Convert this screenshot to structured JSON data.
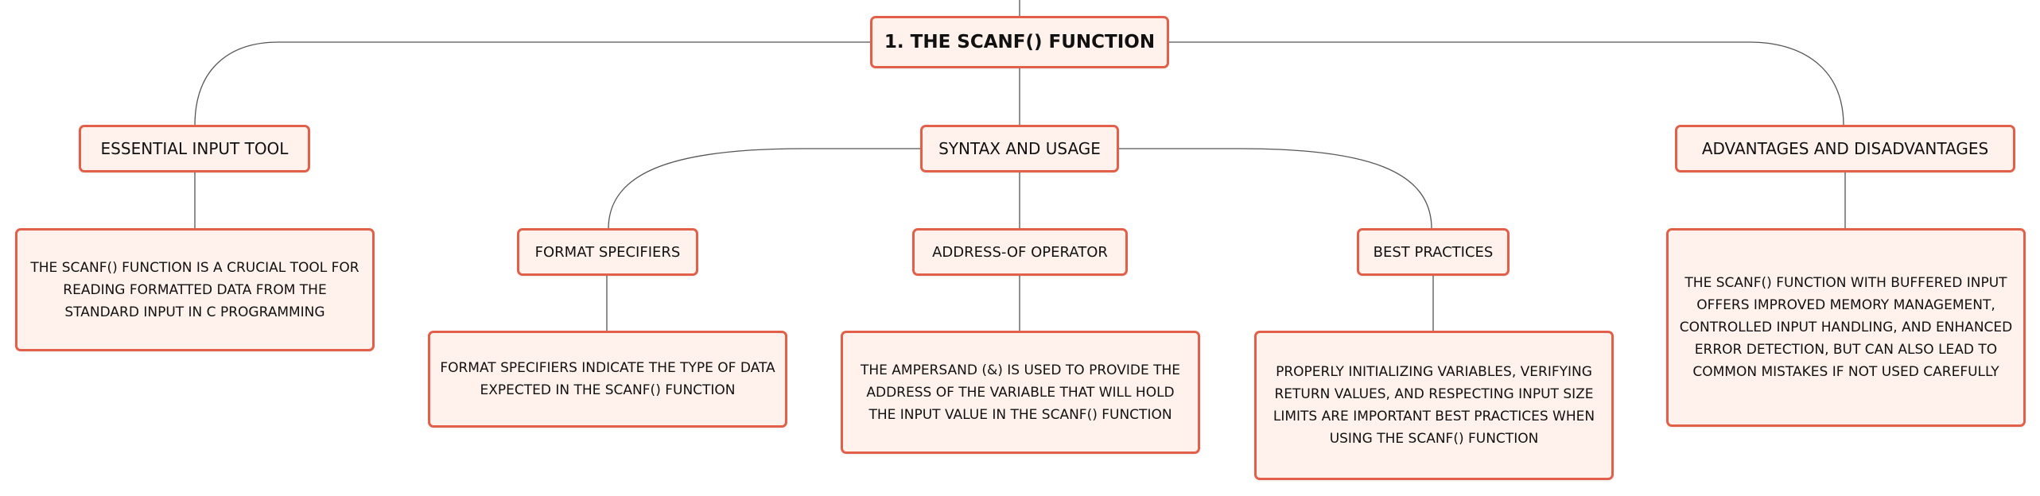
{
  "diagram": {
    "root": {
      "label": "1. THE SCANF() FUNCTION"
    },
    "branches": [
      {
        "label": "ESSENTIAL INPUT TOOL",
        "description": "THE SCANF() FUNCTION IS A CRUCIAL TOOL FOR READING FORMATTED DATA FROM THE STANDARD INPUT IN C PROGRAMMING"
      },
      {
        "label": "SYNTAX AND USAGE",
        "children": [
          {
            "label": "FORMAT SPECIFIERS",
            "description": "FORMAT SPECIFIERS INDICATE THE TYPE OF DATA EXPECTED IN THE SCANF() FUNCTION"
          },
          {
            "label": "ADDRESS-OF OPERATOR",
            "description": "THE AMPERSAND (&) IS USED TO PROVIDE THE ADDRESS OF THE VARIABLE THAT WILL HOLD THE INPUT VALUE IN THE SCANF() FUNCTION"
          },
          {
            "label": "BEST PRACTICES",
            "description": "PROPERLY INITIALIZING VARIABLES, VERIFYING RETURN VALUES, AND RESPECTING INPUT SIZE LIMITS ARE IMPORTANT BEST PRACTICES WHEN USING THE SCANF() FUNCTION"
          }
        ]
      },
      {
        "label": "ADVANTAGES AND DISADVANTAGES",
        "description": "THE SCANF() FUNCTION WITH BUFFERED INPUT OFFERS IMPROVED MEMORY MANAGEMENT, CONTROLLED INPUT HANDLING, AND ENHANCED ERROR DETECTION, BUT CAN ALSO LEAD TO COMMON MISTAKES IF NOT USED CAREFULLY"
      }
    ]
  },
  "colors": {
    "node_border": "#e25f49",
    "node_fill": "#fff1ec",
    "connector": "#555555",
    "text": "#111111"
  }
}
